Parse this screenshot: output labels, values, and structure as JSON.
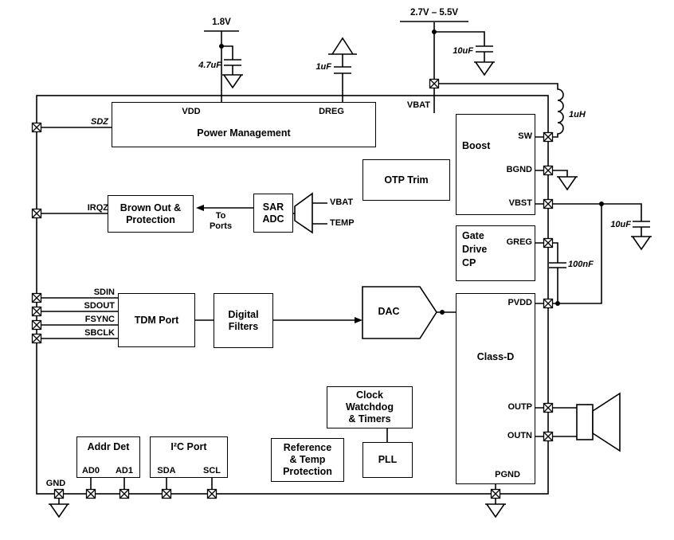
{
  "diagram": {
    "supplies": {
      "v18": "1.8V",
      "vbat_range": "2.7V – 5.5V"
    },
    "components": {
      "c_vdd": "4.7uF",
      "c_dreg": "1uF",
      "c_vbat": "10uF",
      "c_vbst": "10uF",
      "c_greg": "100nF",
      "l_boost": "1uH"
    },
    "blocks": {
      "power_management": "Power Management",
      "boost": "Boost",
      "otp_trim": "OTP Trim",
      "brown_out": "Brown Out &\nProtection",
      "sar_adc": "SAR\nADC",
      "gate_drive_cp": "Gate\nDrive\nCP",
      "tdm_port": "TDM Port",
      "digital_filters": "Digital\nFilters",
      "dac": "DAC",
      "class_d": "Class-D",
      "clock_watchdog": "Clock\nWatchdog\n& Timers",
      "reference": "Reference\n& Temp\nProtection",
      "pll": "PLL",
      "addr_det": "Addr Det",
      "i2c_port": "I²C Port"
    },
    "pins": {
      "sdz": "SDZ",
      "irqz": "IRQZ",
      "sdin": "SDIN",
      "sdout": "SDOUT",
      "fsync": "FSYNC",
      "sbclk": "SBCLK",
      "gnd": "GND",
      "ad0": "AD0",
      "ad1": "AD1",
      "sda": "SDA",
      "scl": "SCL",
      "pgnd": "PGND",
      "vdd": "VDD",
      "dreg": "DREG",
      "vbat": "VBAT",
      "sw": "SW",
      "bgnd": "BGND",
      "vbst": "VBST",
      "greg": "GREG",
      "pvdd": "PVDD",
      "outp": "OUTP",
      "outn": "OUTN"
    },
    "mux_inputs": {
      "vbat": "VBAT",
      "temp": "TEMP"
    },
    "annotations": {
      "to_ports": "To\nPorts"
    }
  }
}
